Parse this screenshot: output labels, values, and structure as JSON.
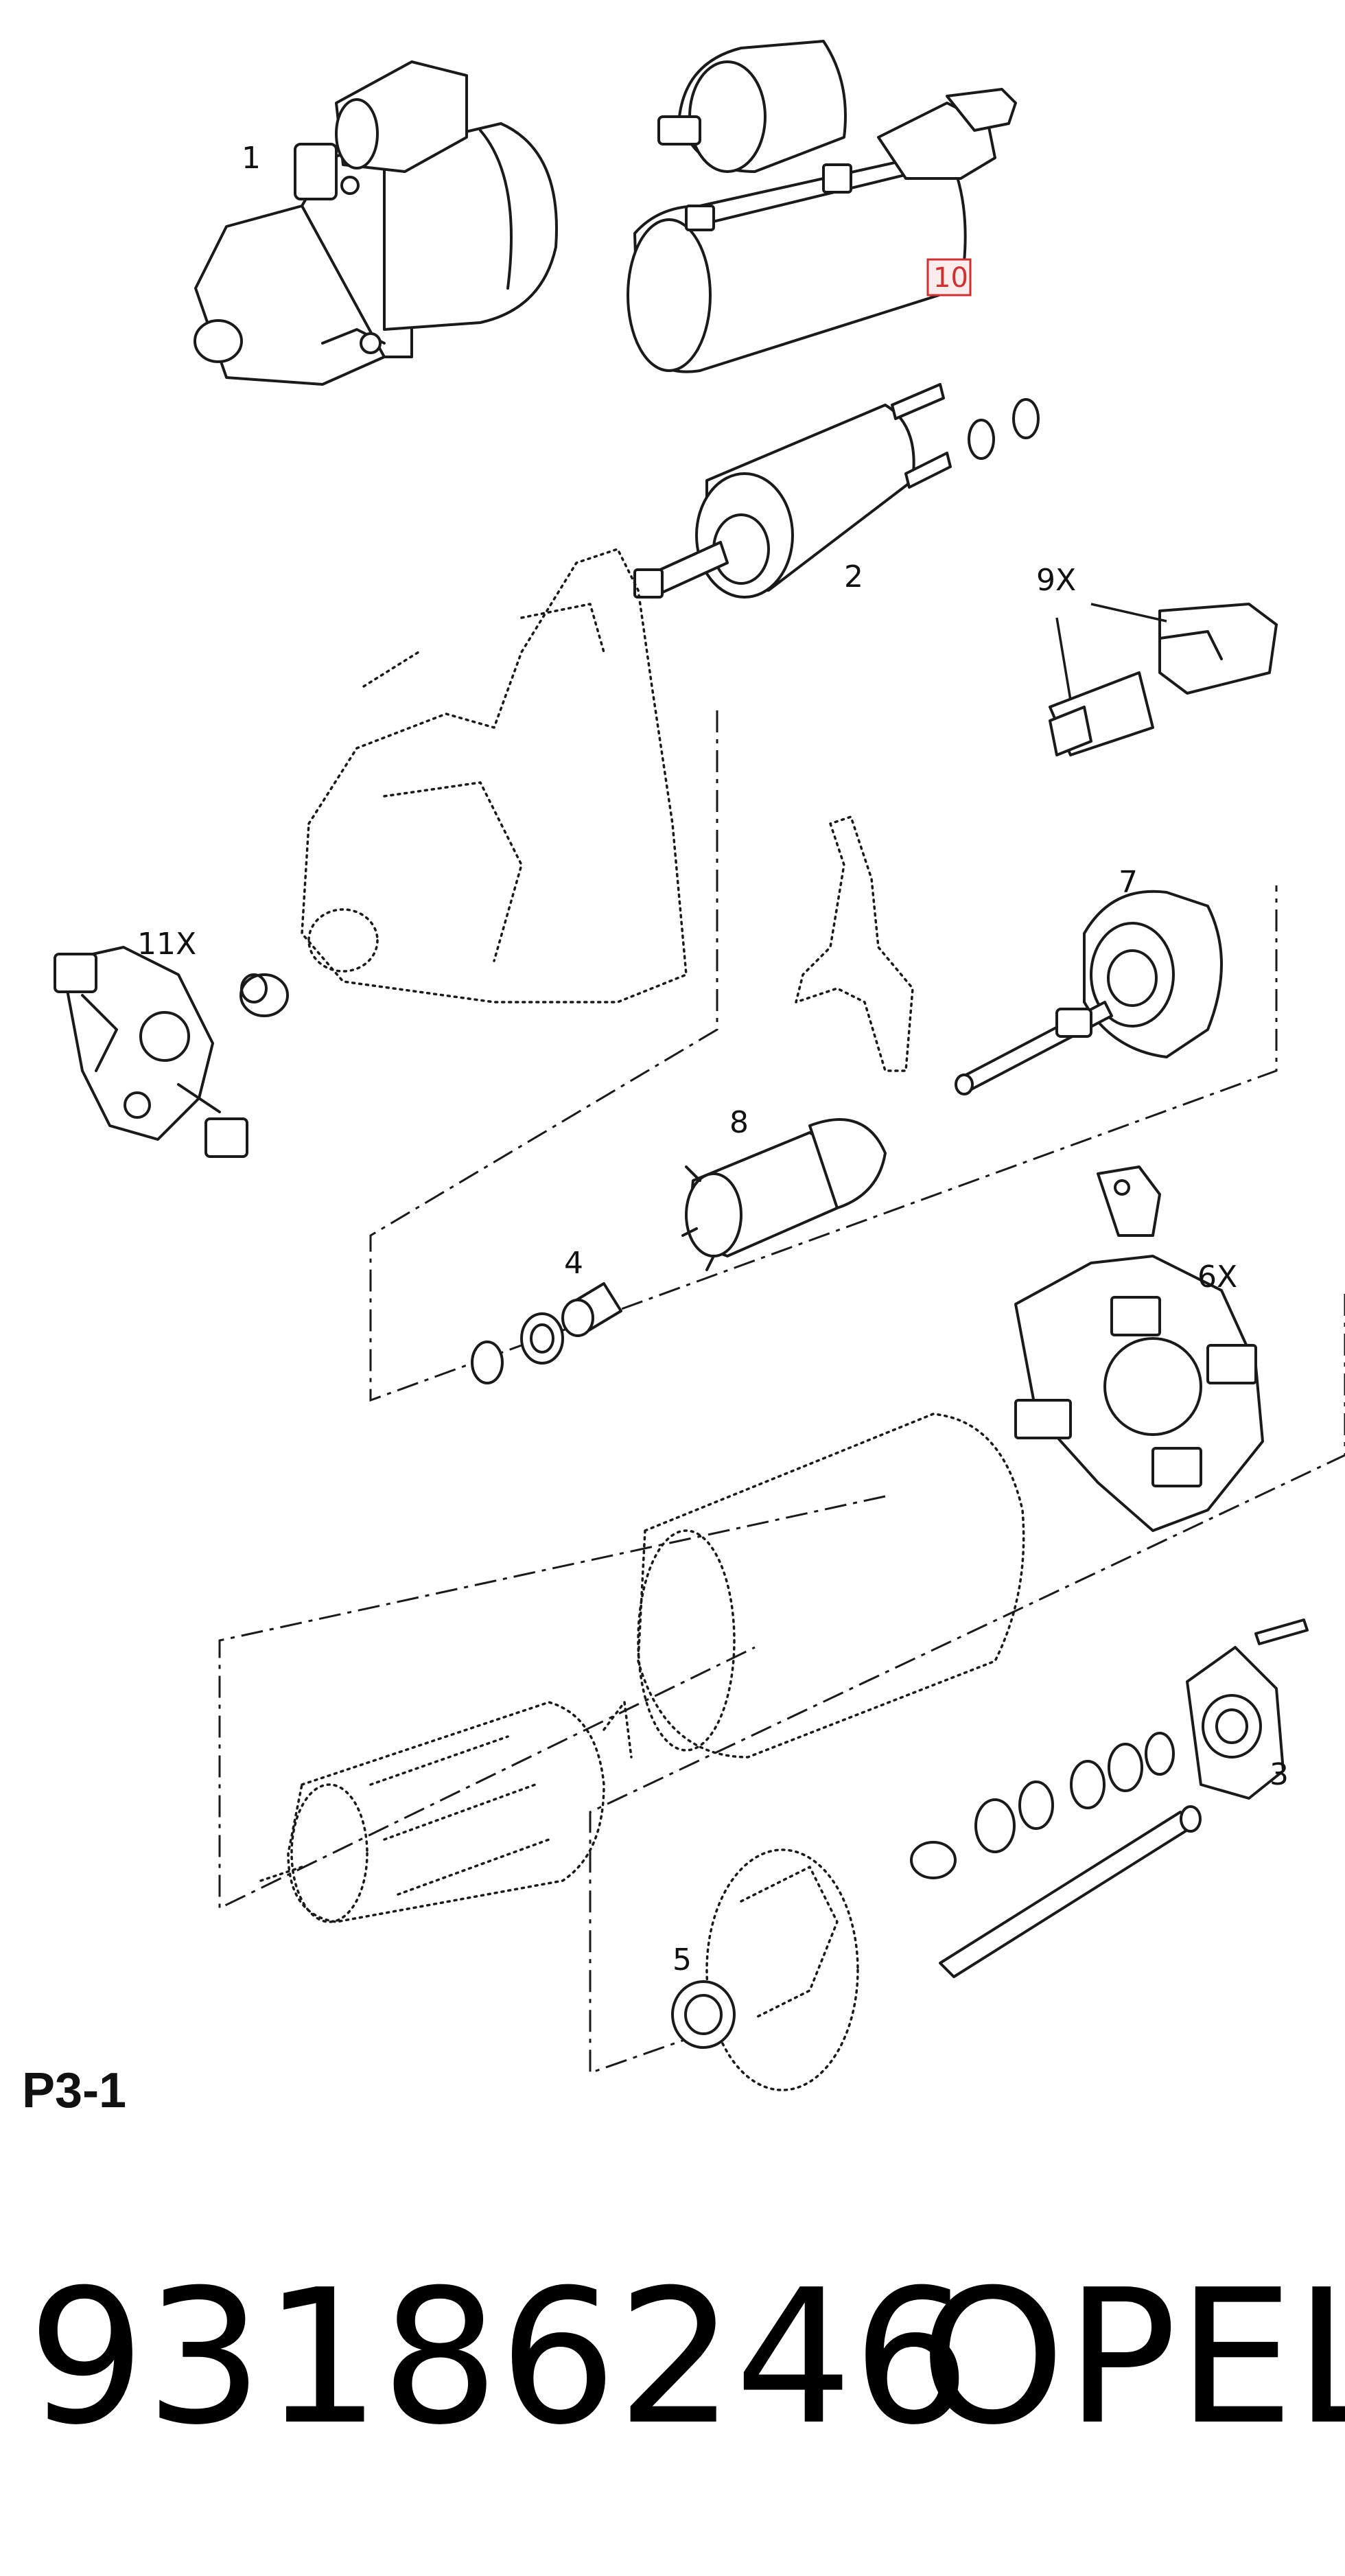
{
  "callouts": {
    "c1": "1",
    "c2": "2",
    "c3": "3",
    "c4": "4",
    "c5": "5",
    "c6x": "6X",
    "c7": "7",
    "c8": "8",
    "c9x": "9X",
    "c10": "10",
    "c11x": "11X"
  },
  "page_ref": "P3-1",
  "part_number": "93186246",
  "brand": "OPEL",
  "colors": {
    "highlight": "#d03030",
    "line": "#1a1a1a"
  }
}
